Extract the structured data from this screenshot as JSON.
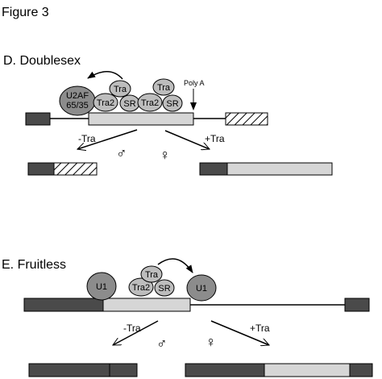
{
  "figure_title": "Figure 3",
  "panel_d": {
    "title": "D.  Doublesex",
    "factors": {
      "u2af_line1": "U2AF",
      "u2af_line2": "65/35",
      "tra_a": "Tra",
      "tra_b": "Tra",
      "tra2_a": "Tra2",
      "sr_a": "SR",
      "tra2_b": "Tra2",
      "sr_b": "SR"
    },
    "poly_a": "Poly A",
    "minus_tra": "-Tra",
    "plus_tra": "+Tra",
    "male_symbol": "♂",
    "female_symbol": "♀"
  },
  "panel_e": {
    "title": "E. Fruitless",
    "factors": {
      "u1_left": "U1",
      "u1_right": "U1",
      "tra": "Tra",
      "tra2": "Tra2",
      "sr": "SR"
    },
    "minus_tra": "-Tra",
    "plus_tra": "+Tra",
    "male_symbol": "♂",
    "female_symbol": "♀"
  },
  "colors": {
    "dark_exon": "#4a4a4a",
    "light_exon": "#d6d6d6",
    "factor_fill": "#bdbdbd",
    "u_fill": "#8c8c8c",
    "line": "#000000"
  }
}
